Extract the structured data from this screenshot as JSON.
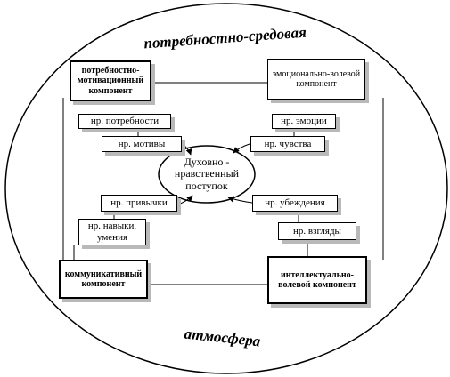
{
  "top_label": "потребностно-средовая",
  "bottom_label": "атмосфера",
  "center": "Духовно - нравственный поступок",
  "components": {
    "need_motivation": "потребностно-мотивационный компонент",
    "emotional_volitional": "эмоционально-волевой компонент",
    "communicative": "коммуникативный компонент",
    "intellectual_volitional": "интеллектуально-волевой компонент"
  },
  "boxes": {
    "needs": "нр. потребности",
    "emotions": "нр. эмоции",
    "motives": "нр. мотивы",
    "feelings": "нр. чувства",
    "habits": "нр. привычки",
    "beliefs": "нр. убеждения",
    "skills": "нр. навыки, умения",
    "views": "нр. взгляды"
  }
}
